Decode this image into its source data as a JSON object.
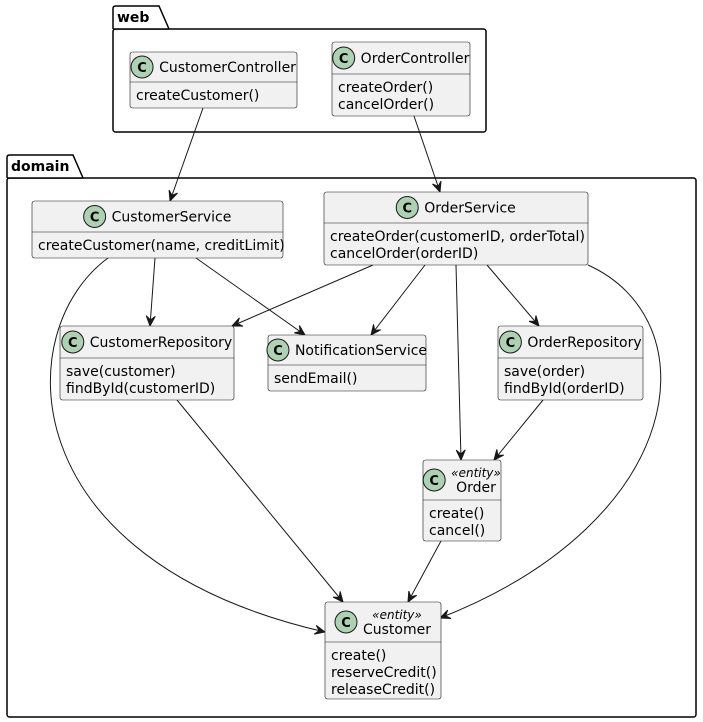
{
  "packages": [
    {
      "id": "web",
      "label": "web"
    },
    {
      "id": "domain",
      "label": "domain"
    }
  ],
  "spot_letter": "C",
  "spot_color": "#add1b2",
  "classes": {
    "CustomerController": {
      "name": "CustomerController",
      "members": [
        "createCustomer()"
      ]
    },
    "OrderController": {
      "name": "OrderController",
      "members": [
        "createOrder()",
        "cancelOrder()"
      ]
    },
    "CustomerService": {
      "name": "CustomerService",
      "members": [
        "createCustomer(name, creditLimit)"
      ]
    },
    "OrderService": {
      "name": "OrderService",
      "members": [
        "createOrder(customerID, orderTotal)",
        "cancelOrder(orderID)"
      ]
    },
    "CustomerRepository": {
      "name": "CustomerRepository",
      "members": [
        "save(customer)",
        "findById(customerID)"
      ]
    },
    "NotificationService": {
      "name": "NotificationService",
      "members": [
        "sendEmail()"
      ]
    },
    "OrderRepository": {
      "name": "OrderRepository",
      "members": [
        "save(order)",
        "findById(orderID)"
      ]
    },
    "Order": {
      "name": "Order",
      "stereotype": "«entity»",
      "members": [
        "create()",
        "cancel()"
      ]
    },
    "Customer": {
      "name": "Customer",
      "stereotype": "«entity»",
      "members": [
        "create()",
        "reserveCredit()",
        "releaseCredit()"
      ]
    }
  },
  "relations": [
    {
      "from": "CustomerController",
      "to": "CustomerService"
    },
    {
      "from": "OrderController",
      "to": "OrderService"
    },
    {
      "from": "CustomerService",
      "to": "CustomerRepository"
    },
    {
      "from": "CustomerService",
      "to": "NotificationService"
    },
    {
      "from": "CustomerService",
      "to": "Customer"
    },
    {
      "from": "OrderService",
      "to": "CustomerRepository"
    },
    {
      "from": "OrderService",
      "to": "NotificationService"
    },
    {
      "from": "OrderService",
      "to": "OrderRepository"
    },
    {
      "from": "OrderService",
      "to": "Order"
    },
    {
      "from": "OrderService",
      "to": "Customer"
    },
    {
      "from": "CustomerRepository",
      "to": "Customer"
    },
    {
      "from": "OrderRepository",
      "to": "Order"
    },
    {
      "from": "Order",
      "to": "Customer"
    }
  ]
}
